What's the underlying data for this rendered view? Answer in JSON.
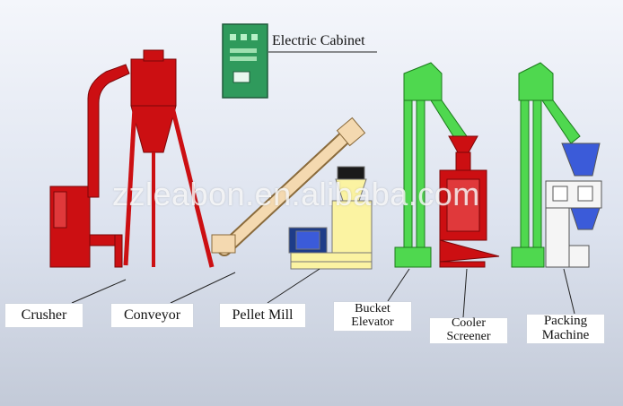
{
  "cabinet": {
    "label": "Electric Cabinet"
  },
  "watermark": "zzleabon.en.alibaba.com",
  "equipment": {
    "crusher": "Crusher",
    "conveyor": "Conveyor",
    "pellet_mill": "Pellet Mill",
    "bucket_elevator": "Bucket\nElevator",
    "cooler_screener": "Cooler\nScreener",
    "packing_machine": "Packing\nMachine"
  },
  "colors": {
    "crusher_red": "#cc0f12",
    "elevator_green": "#4fd84f",
    "pellet_yellow": "#fbf3a2",
    "cabinet_green": "#2f9a5c",
    "conveyor_tan": "#f4d9b0",
    "packer_blue": "#3b5bd9"
  }
}
